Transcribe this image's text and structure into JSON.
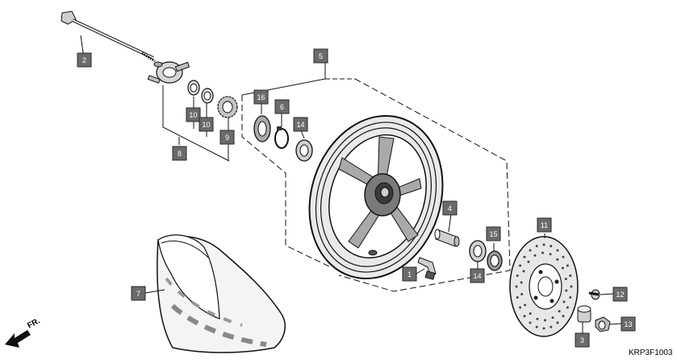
{
  "diagram": {
    "callouts": [
      {
        "id": "c1",
        "label": "1"
      },
      {
        "id": "c2",
        "label": "2"
      },
      {
        "id": "c3",
        "label": "3"
      },
      {
        "id": "c4",
        "label": "4"
      },
      {
        "id": "c5",
        "label": "5"
      },
      {
        "id": "c6",
        "label": "6"
      },
      {
        "id": "c7",
        "label": "7"
      },
      {
        "id": "c8",
        "label": "8"
      },
      {
        "id": "c9",
        "label": "9"
      },
      {
        "id": "c10a",
        "label": "10"
      },
      {
        "id": "c10b",
        "label": "10"
      },
      {
        "id": "c11",
        "label": "11"
      },
      {
        "id": "c12",
        "label": "12"
      },
      {
        "id": "c13",
        "label": "13"
      },
      {
        "id": "c14a",
        "label": "14"
      },
      {
        "id": "c14b",
        "label": "14"
      },
      {
        "id": "c15",
        "label": "15"
      },
      {
        "id": "c16",
        "label": "16"
      }
    ],
    "diagram_code": "KRP3F1003",
    "direction_label": "FR."
  },
  "colors": {
    "callout_fill": "#6b6b6b",
    "callout_border": "#2a2a2a",
    "line": "#111111",
    "part_fill": "#d9d9d9",
    "part_dark": "#333333"
  }
}
